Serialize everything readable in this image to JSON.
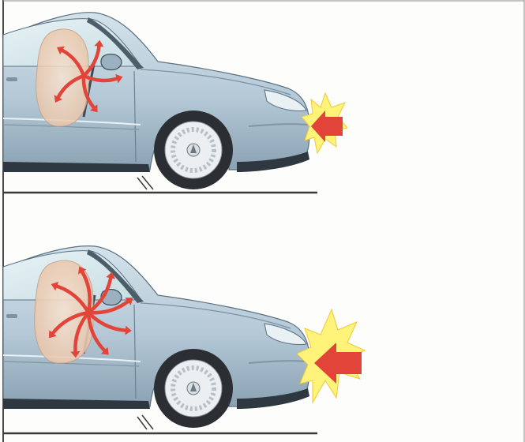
{
  "figure": {
    "panels": [
      {
        "id": "panel-top",
        "impact_level": "low",
        "airbag_arrow_count": 5
      },
      {
        "id": "panel-bottom",
        "impact_level": "high",
        "airbag_arrow_count": 8
      }
    ]
  },
  "colors": {
    "background": "#fdfdfb",
    "frame": "#4a4a4a",
    "body_light": "#c9d9e4",
    "body_mid": "#a9bfcf",
    "body_dark": "#6f8799",
    "glass": "#d9e9ee",
    "sill": "#2f3840",
    "tyre": "#2b2f33",
    "rim": "#eceff1",
    "airbag": "#f0d0b8",
    "arrow_red": "#e2443a",
    "burst_yellow": "#fff37a",
    "ground": "#3a3a3a"
  }
}
